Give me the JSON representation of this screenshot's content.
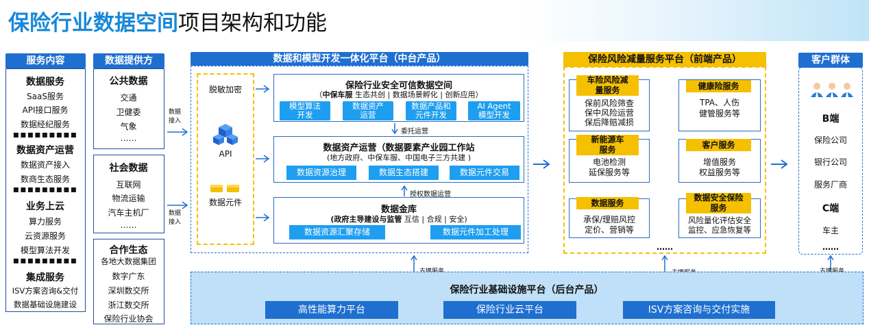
{
  "title": {
    "highlight": "保险行业数据空间",
    "rest": "项目架构和功能"
  },
  "col1": {
    "header": "服务内容",
    "groups": [
      {
        "title": "数据服务",
        "items": [
          "SaaS服务",
          "API接口服务",
          "数据经纪服务"
        ]
      },
      {
        "title": "数据资产运营",
        "items": [
          "数据资产接入",
          "数商生态服务"
        ]
      },
      {
        "title": "业务上云",
        "items": [
          "算力服务",
          "云资源服务",
          "模型算法开发"
        ]
      },
      {
        "title": "集成服务",
        "items": [
          "ISV方案咨询&交付",
          "数据基础设施建设"
        ]
      }
    ],
    "dots": "▪▪▪▪▪▪▪▪▪"
  },
  "col2": {
    "header": "数据提供方",
    "groups": [
      {
        "title": "公共数据",
        "items": [
          "交通",
          "卫健委",
          "气象",
          "……"
        ]
      },
      {
        "title": "社会数据",
        "items": [
          "互联网",
          "物流运输",
          "汽车主机厂",
          "……"
        ]
      },
      {
        "title": "合作生态",
        "items": [
          "各地大数据集团",
          "数字广东",
          "深圳数交所",
          "浙江数交所",
          "保险行业协会"
        ]
      }
    ]
  },
  "access_label": "数据\n接入",
  "mid": {
    "header": "数据和模型开发一体化平台（中台产品）",
    "left": {
      "desensitize": "脱敏加密",
      "api": "API",
      "element": "数据元件"
    },
    "space": {
      "title": "保险行业安全可信数据空间",
      "sub_bold": "中保车服",
      "sub_rest": " 生态共创 | 数据场景孵化 | 创新应用）",
      "sub_open": "（",
      "pills": [
        "模型算法\n开发",
        "数据资产\n运营",
        "数据产品和\n元件开发",
        "AI Agent\n模型开发"
      ]
    },
    "arrow1": "委托运营",
    "asset": {
      "title": "数据资产运营（数据要素产业园工作站",
      "sub": "(地方政府、中保车服、中国电子三方共建 )",
      "pills": [
        "数据资源治理",
        "数据生态搭建",
        "数据元件交易"
      ]
    },
    "arrow2": "授权数据运营",
    "vault": {
      "title": "数据金库",
      "sub_bold": "(政府主导建设与监管",
      "sub_rest": " 互信 | 合规 | 安全)",
      "pills": [
        "数据资源汇聚存储",
        "数据元件加工处理"
      ]
    }
  },
  "front": {
    "header": "保险风险减量服务平台（前端产品）",
    "cards": [
      {
        "badge": "车险风险减\n量服务",
        "lines": [
          "保前风险筛查",
          "保中风险运营",
          "保后降赔减损"
        ]
      },
      {
        "badge": "健康险服务",
        "lines": [
          "TPA、人伤",
          "健管服务等"
        ]
      },
      {
        "badge": "新能源车\n服务",
        "lines": [
          "电池检测",
          "延保服务等"
        ]
      },
      {
        "badge": "客户服务",
        "lines": [
          "增值服务",
          "权益服务等"
        ]
      },
      {
        "badge": "数据服务",
        "lines": [
          "承保/理赔风控",
          "定价、营销等"
        ]
      },
      {
        "badge": "数据安全保险\n服务",
        "lines": [
          "风险量化评估安全",
          "监控、应急恢复等"
        ]
      }
    ],
    "dots": "……"
  },
  "customers": {
    "header": "客户群体",
    "b": "B端",
    "b_items": [
      "保险公司",
      "银行公司",
      "服务厂商"
    ],
    "c": "C端",
    "c_items": [
      "车主"
    ],
    "dots": "……"
  },
  "support_label": "支撑服务",
  "base": {
    "title": "保险行业基础设施平台（后台产品）",
    "bars": [
      "高性能算力平台",
      "保险行业云平台",
      "ISV方案咨询与交付实施"
    ]
  },
  "colors": {
    "blue": "#1f6fd0",
    "light_blue": "#1e9ef0",
    "yellow": "#f5c000"
  }
}
